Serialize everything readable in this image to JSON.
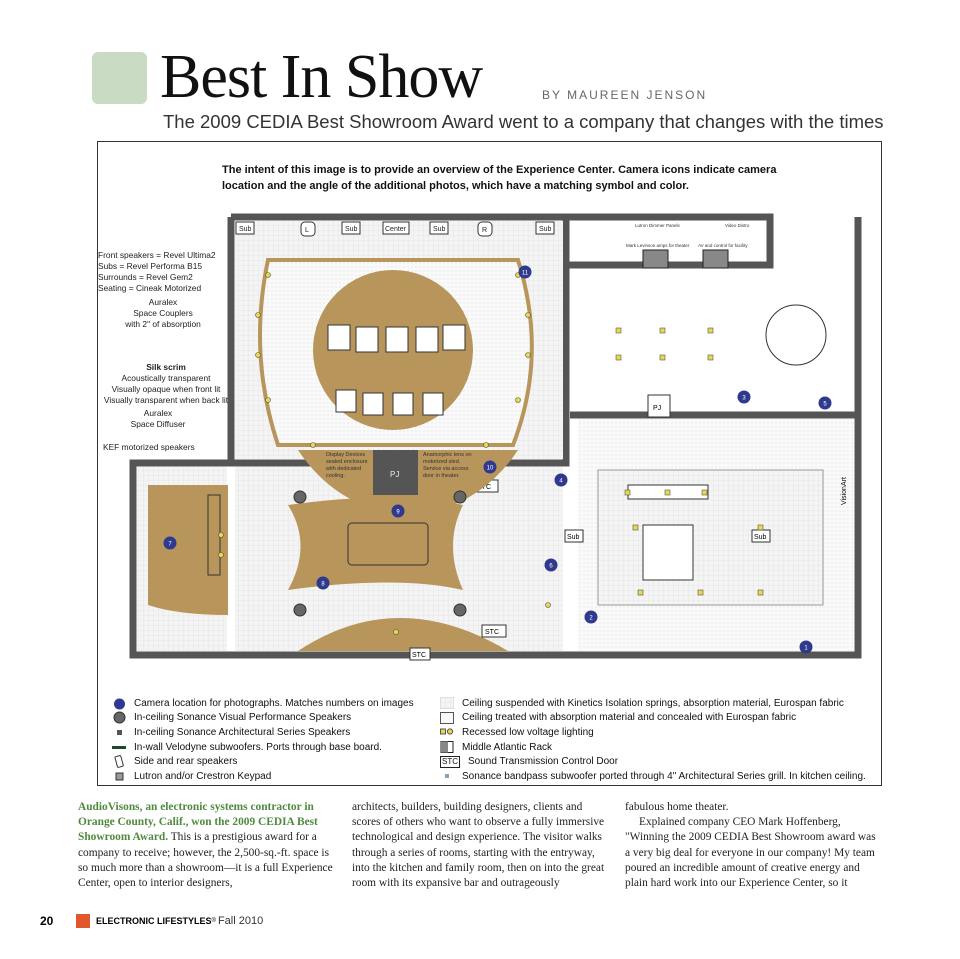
{
  "header": {
    "title": "Best In Show",
    "byline": "BY MAUREEN JENSON",
    "subtitle": "The 2009 CEDIA Best Showroom Award went to a company that changes with the times"
  },
  "figure": {
    "intent": "The intent of this image is to provide an overview of the Experience Center. Camera icons indicate camera location and the angle of the additional photos, which have a matching symbol and color.",
    "notes": {
      "specs": [
        "Front speakers = Revel Ultima2",
        "Subs = Revel Performa B15",
        "Surrounds = Revel Gem2",
        "Seating = Cineak Motorized"
      ],
      "auralex_couplers": [
        "Auralex",
        "Space  Couplers",
        "with 2\" of absorption"
      ],
      "silk_title": "Silk scrim",
      "silk_lines": [
        "Acoustically transparent",
        "Visually opaque when front lit",
        "Visually transparent when back lit"
      ],
      "auralex_diffuser": [
        "Auralex",
        "Space  Diffuser"
      ],
      "kef": "KEF motorized speakers"
    },
    "plan_labels": {
      "sub": "Sub",
      "l": "L",
      "center": "Center",
      "r": "R",
      "stc": "STC",
      "pj": "PJ",
      "vision_art": "VisionArt",
      "lutron": "Lutron Dimmer Panels",
      "video": "Video Distro",
      "amps": "Mark Levinson amps for theater",
      "av": "AV and control for facility",
      "display": [
        "Display Devices",
        "sealed enclosure",
        "with dedicated",
        "cooling."
      ],
      "lens": [
        "Anamorphic lens on",
        "motorized sled.",
        "Service via access",
        "door in theater."
      ],
      "cameras": [
        "1",
        "2",
        "3",
        "4",
        "5",
        "6",
        "7",
        "8",
        "9",
        "10",
        "11"
      ]
    },
    "legend_left": [
      "Camera location for photographs. Matches numbers on images",
      "In-ceiling Sonance Visual Performance Speakers",
      "In-ceiling Sonance Architectural Series Speakers",
      "In-wall Velodyne subwoofers. Ports through base board.",
      "Side and rear speakers",
      "Lutron and/or Crestron Keypad"
    ],
    "legend_right": [
      "Ceiling suspended with Kinetics Isolation springs, absorption material, Eurospan fabric",
      "Ceiling treated with absorption material and concealed with Eurospan fabric",
      "Recessed low voltage lighting",
      "Middle Atlantic Rack",
      "Sound Transmission Control Door",
      "Sonance bandpass subwoofer ported through 4\" Architectural Series grill. In kitchen ceiling."
    ],
    "legend_stc": "STC",
    "colors": {
      "floor_tan": "#b8955a",
      "camera_blue": "#2f3a8f",
      "light_yellow": "#e8d84a",
      "green_box": "#c9dcc3",
      "lead_green": "#4f8a3e",
      "footer_orange": "#e0582a"
    }
  },
  "body": {
    "col1_lead": "AudioVisons, an electronic systems contractor in Orange County, Calif., won the 2009 CEDIA Best Showroom Award.",
    "col1_rest": " This is a prestigious award for a company to receive; however, the 2,500-sq.-ft. space is so much more than a showroom—it is a full Experience Center, open to interior designers,",
    "col2": "architects, builders, building designers, clients and scores of others who want to observe a fully immersive technological and design experience. The visitor walks through a series of rooms, starting with the entryway, into the kitchen and family room, then on into the great room with its expansive bar and outrageously",
    "col3_p1": "fabulous home theater.",
    "col3_p2": "Explained company CEO Mark Hoffenberg, \"Winning the 2009 CEDIA Best Showroom award was a very big deal for everyone in our company! My team poured an incredible amount of creative energy and plain hard work into our Experience Center, so it"
  },
  "footer": {
    "page": "20",
    "magazine": "ELECTRONIC LIFESTYLES",
    "reg": "®",
    "issue": "Fall 2010"
  }
}
